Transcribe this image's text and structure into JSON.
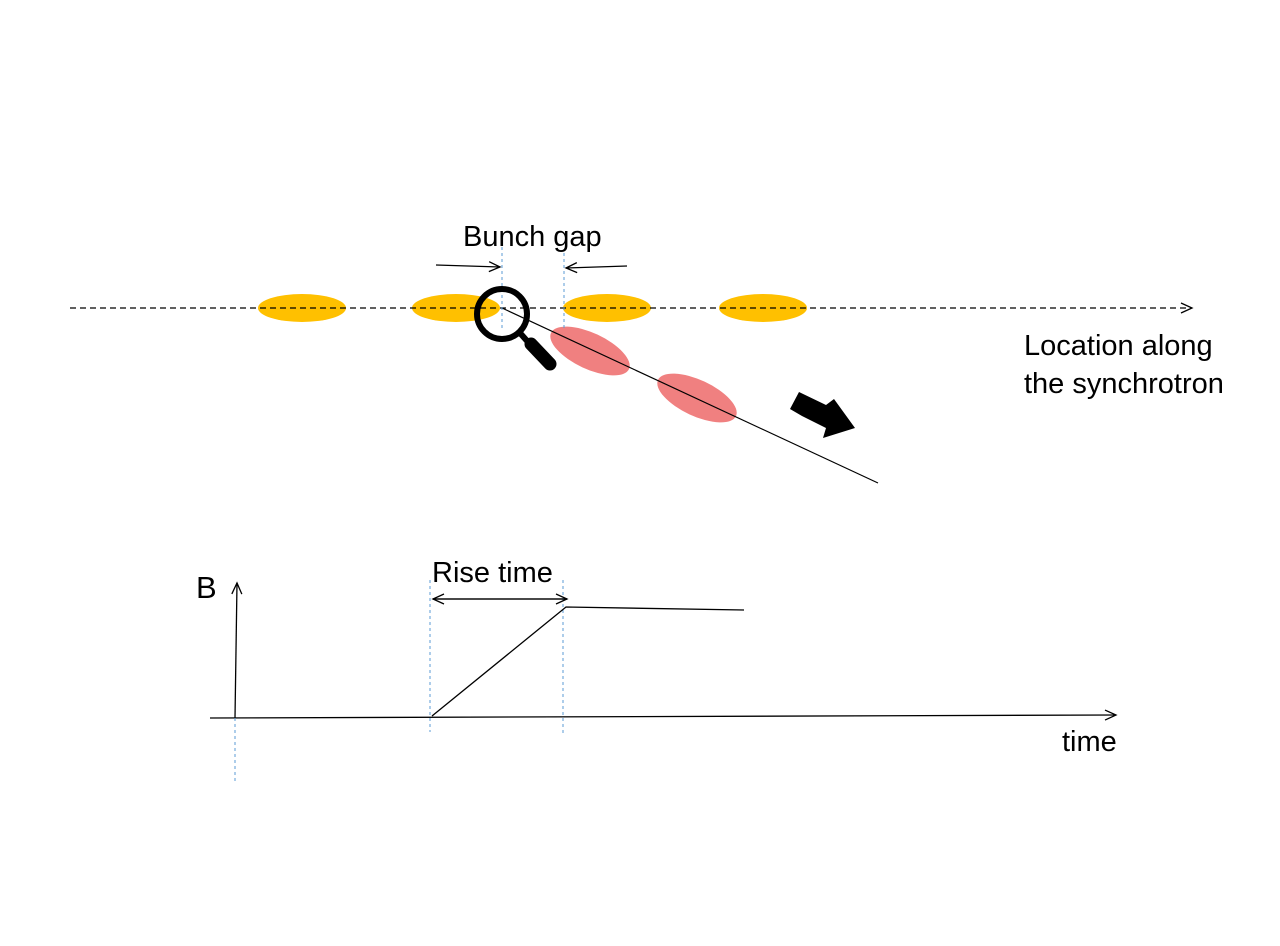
{
  "labels": {
    "bunch_gap": "Bunch gap",
    "location_line1": "Location along",
    "location_line2": "the synchrotron",
    "rise_time": "Rise time",
    "b_axis": "B",
    "time_axis": "time"
  },
  "bunches": {
    "circulating_count": 4,
    "extracted_count": 2
  },
  "colors": {
    "circulating_bunch": "#FFC000",
    "extracted_bunch": "#F08080",
    "marker_line": "#5B9BD5",
    "line": "#000000"
  },
  "icons": {
    "inspect": "magnifier-icon",
    "direction": "thick-arrow-icon"
  }
}
